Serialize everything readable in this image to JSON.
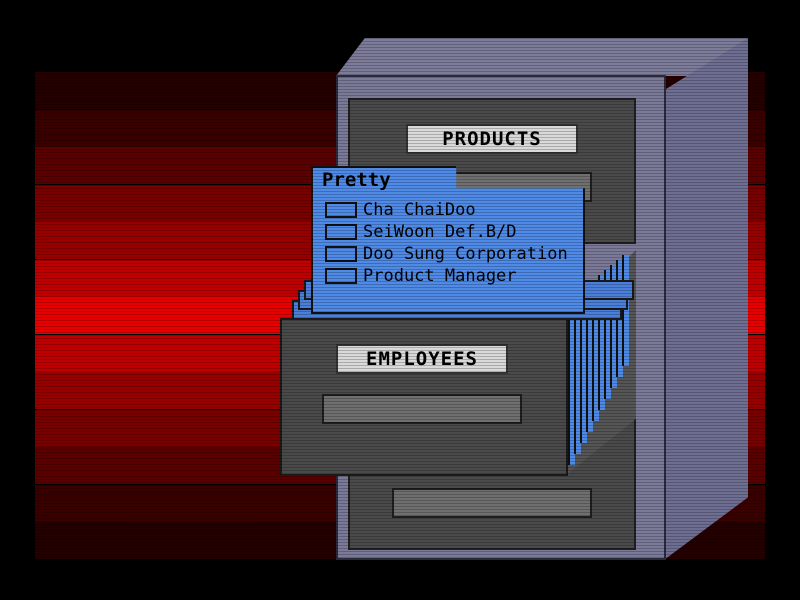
{
  "scene": {
    "stripe_colors": [
      "#240000",
      "#3a0000",
      "#5a0000",
      "#7a0000",
      "#980000",
      "#c00000",
      "#e80000",
      "#c00000",
      "#980000",
      "#7a0000",
      "#5a0000",
      "#3a0000",
      "#240000"
    ],
    "cabinet_color": "#7a7a98",
    "folder_color": "#4f8be6"
  },
  "cabinet": {
    "top_drawer_label": "PRODUCTS",
    "open_drawer_label": "EMPLOYEES"
  },
  "folder": {
    "tab_label": "Pretty",
    "entries": [
      "Cha  ChaiDoo",
      "SeiWoon Def.B/D",
      "Doo Sung Corporation",
      "Product Manager"
    ]
  }
}
